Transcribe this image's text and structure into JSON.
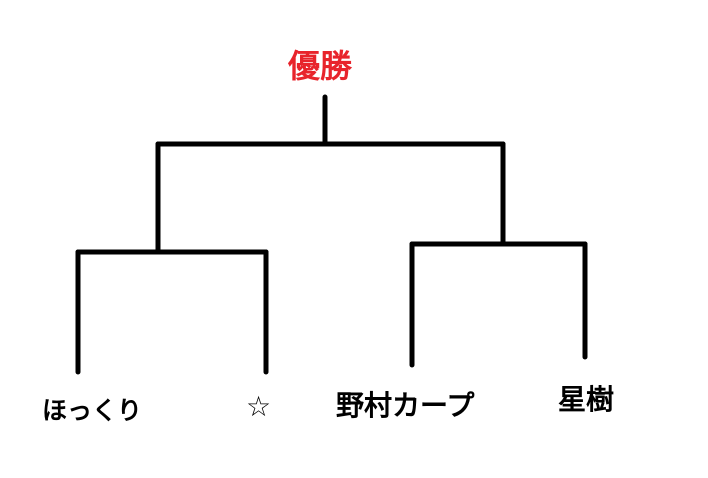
{
  "title": "優勝",
  "colors": {
    "title": "#e8242c",
    "lines": "#000000",
    "background": "#ffffff"
  },
  "teams": [
    "ほっくり",
    "☆",
    "野村カープ",
    "星樹"
  ]
}
